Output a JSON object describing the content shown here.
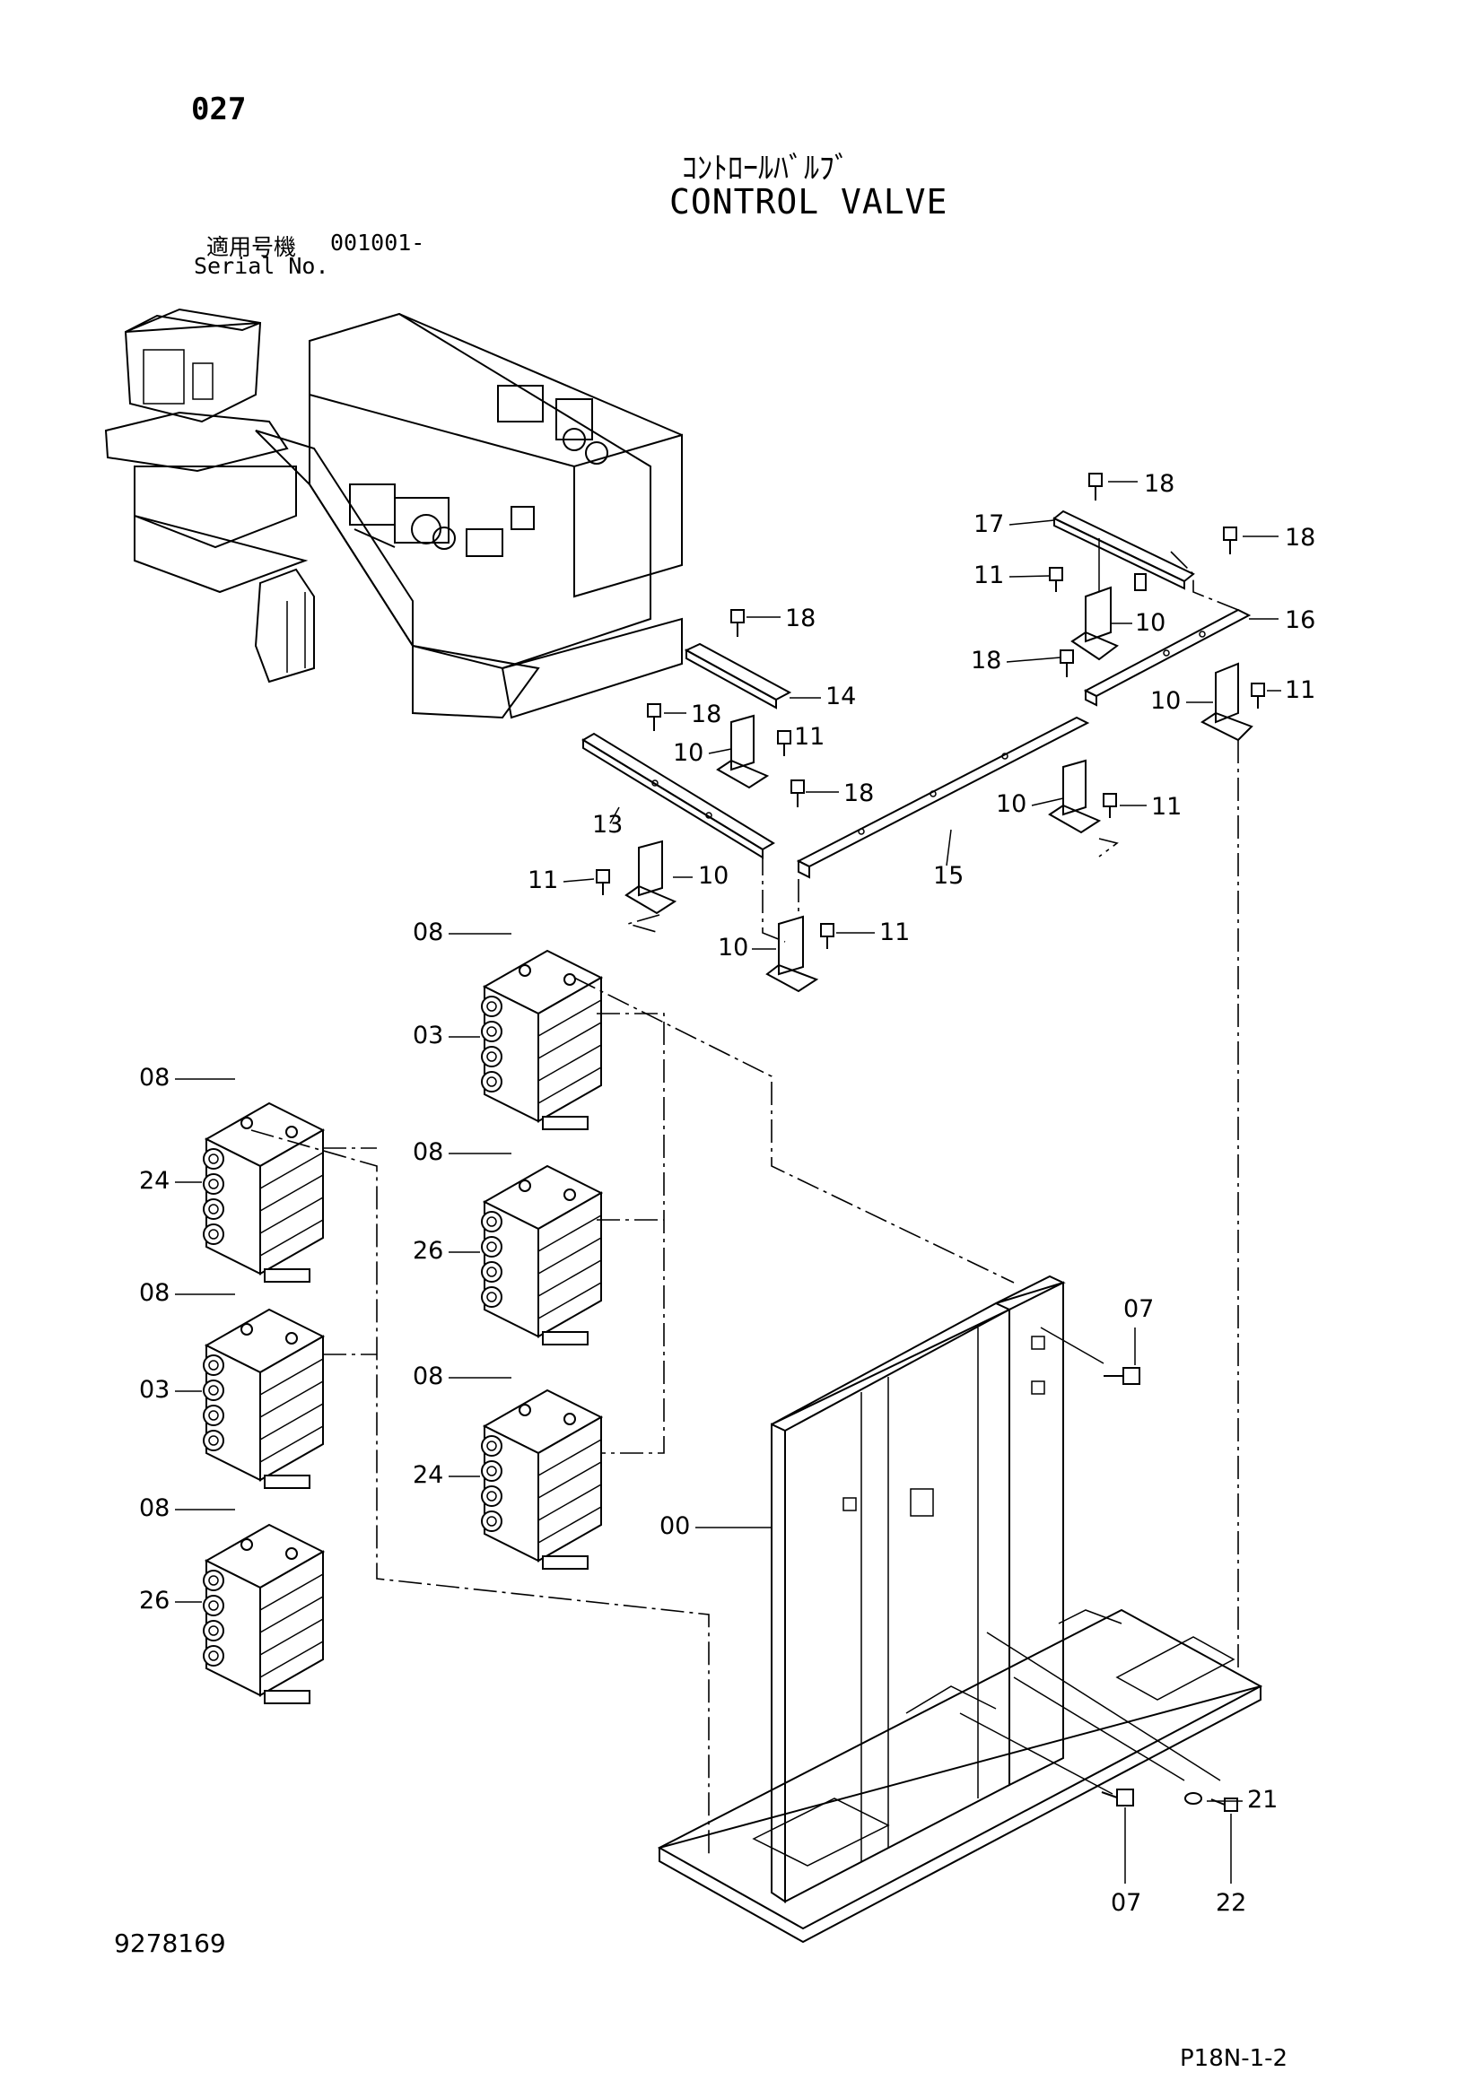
{
  "header": {
    "page_no": "027",
    "title_jp": "ｺﾝﾄﾛｰﾙﾊﾞﾙﾌﾞ",
    "title_en": "CONTROL VALVE",
    "serial_label_jp": "適用号機",
    "serial_value": "001001-",
    "serial_label_en": "Serial No."
  },
  "footer": {
    "doc_no": "9278169",
    "sheet_ref": "P18N-1-2"
  },
  "callouts": {
    "c18a": "18",
    "c17": "17",
    "c18b": "18",
    "c11a": "11",
    "c10a": "10",
    "c16": "16",
    "c18c": "18",
    "c14": "14",
    "c18d": "18",
    "c11b": "11",
    "c10b": "10",
    "c11c": "11",
    "c18e": "18",
    "c18f": "18",
    "c10c": "10",
    "c11d": "11",
    "c13": "13",
    "c15": "15",
    "c11e": "11",
    "c10d": "10",
    "c10e": "10",
    "c11f": "11",
    "c08a": "08",
    "c03a": "03",
    "c08b": "08",
    "c24a": "24",
    "c08c": "08",
    "c26a": "26",
    "c08d": "08",
    "c03b": "03",
    "c08e": "08",
    "c24b": "24",
    "c08f": "08",
    "c26b": "26",
    "c07a": "07",
    "c00": "00",
    "c21": "21",
    "c07b": "07",
    "c22": "22",
    "c10f": "10"
  }
}
